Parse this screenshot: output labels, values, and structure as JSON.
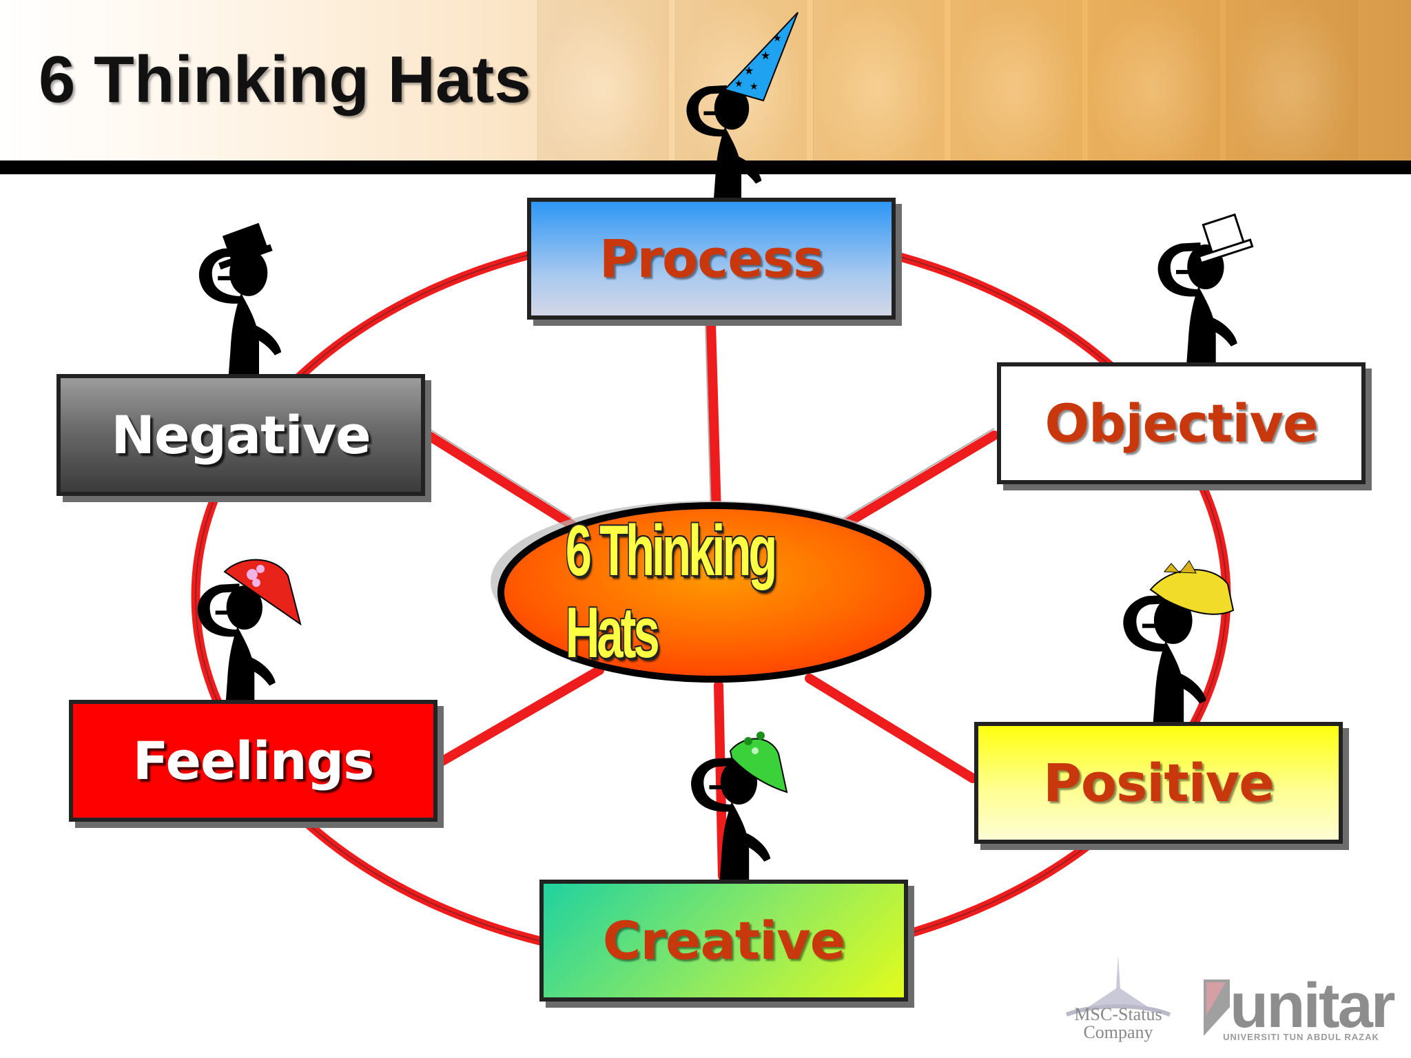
{
  "slide": {
    "title": "6 Thinking Hats"
  },
  "center": {
    "label": "6 Thinking Hats"
  },
  "hats": {
    "process": "Process",
    "objective": "Objective",
    "negative": "Negative",
    "feelings": "Feelings",
    "positive": "Positive",
    "creative": "Creative"
  },
  "logos": {
    "msc_line1": "MSC-Status",
    "msc_line2": "Company",
    "unitar_name": "unitar",
    "unitar_subtitle": "UNIVERSITI TUN ABDUL RAZAK"
  },
  "colors": {
    "connector_red": "#ee1c1c",
    "label_orange": "#c8380c",
    "process_blue": "#2e97f5",
    "negative_grey": "#6a6a6a",
    "feelings_red": "#ff0000",
    "positive_yellow": "#ffff10",
    "creative_green": "#90ea60",
    "center_orange": "#ff6a00"
  },
  "icons": {
    "figures": [
      "wizard-hat-figure",
      "black-top-hat-figure",
      "white-top-hat-figure",
      "red-flower-hat-figure",
      "yellow-straw-hat-figure",
      "green-leaf-hat-figure"
    ]
  }
}
